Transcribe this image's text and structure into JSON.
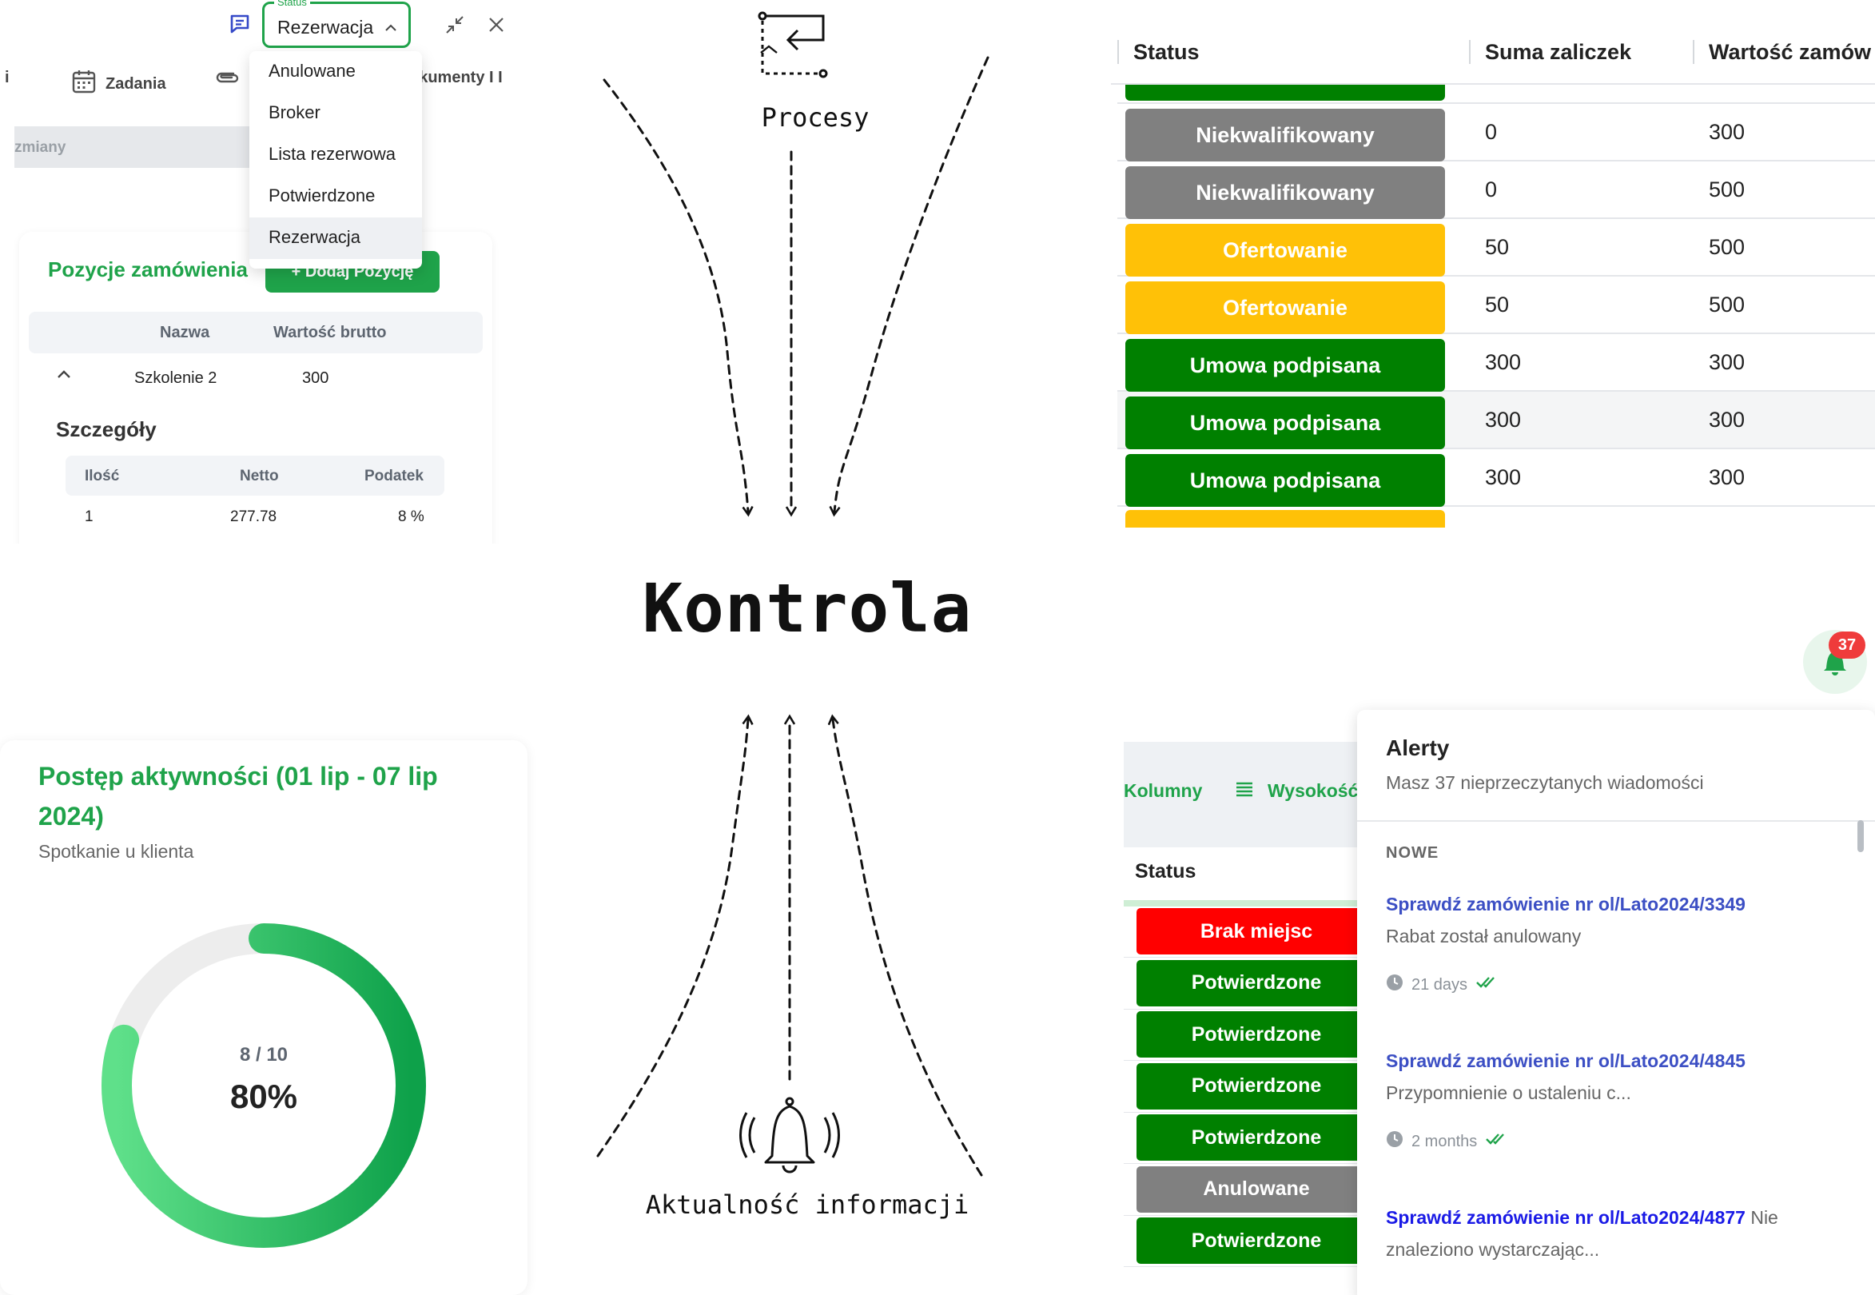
{
  "top_left": {
    "tabs": [
      {
        "label": "i",
        "icon": "generic-icon"
      },
      {
        "label": "Zadania",
        "icon": "calendar-icon"
      },
      {
        "label": "",
        "icon": "paperclip-icon"
      },
      {
        "label": "okumenty I I",
        "icon": ""
      }
    ],
    "grey_bar_label": "zmiany",
    "status": {
      "legend": "Status",
      "value": "Rezerwacja"
    },
    "dropdown": [
      "Anulowane",
      "Broker",
      "Lista rezerwowa",
      "Potwierdzone",
      "Rezerwacja"
    ],
    "dropdown_selected": "Rezerwacja",
    "card": {
      "title": "Pozycje zamówienia",
      "add_button": "+ Dodaj Pozycję",
      "columns": [
        "Nazwa",
        "Wartość brutto"
      ],
      "rows": [
        {
          "name": "Szkolenie 2",
          "value": "300"
        }
      ],
      "details_title": "Szczegóły",
      "details_columns": [
        "Ilość",
        "Netto",
        "Podatek"
      ],
      "details_rows": [
        {
          "qty": "1",
          "net": "277.78",
          "tax": "8 %"
        }
      ]
    }
  },
  "center": {
    "title": "Kontrola",
    "top_label": "Procesy",
    "bottom_label": "Aktualność informacji"
  },
  "top_right": {
    "columns": [
      "Status",
      "Suma zaliczek",
      "Wartość zamów"
    ],
    "rows": [
      {
        "status": "Niekwalifikowany",
        "color": "#808080",
        "sum": "0",
        "value": "300"
      },
      {
        "status": "Niekwalifikowany",
        "color": "#808080",
        "sum": "0",
        "value": "500"
      },
      {
        "status": "Ofertowanie",
        "color": "#ffc107",
        "sum": "50",
        "value": "500"
      },
      {
        "status": "Ofertowanie",
        "color": "#ffc107",
        "sum": "50",
        "value": "500"
      },
      {
        "status": "Umowa podpisana",
        "color": "#008000",
        "sum": "300",
        "value": "300"
      },
      {
        "status": "Umowa podpisana",
        "color": "#008000",
        "sum": "300",
        "value": "300"
      },
      {
        "status": "Umowa podpisana",
        "color": "#008000",
        "sum": "300",
        "value": "300"
      }
    ]
  },
  "bottom_left": {
    "title": "Postęp aktywności (01 lip - 07 lip 2024)",
    "subtitle": "Spotkanie u klienta",
    "ratio": "8 / 10",
    "percent": "80%",
    "progress": 0.8
  },
  "bottom_right": {
    "toolbar": {
      "columns_label": "Kolumny",
      "height_label": "Wysokość"
    },
    "status_header": "Status",
    "statuses": [
      {
        "label": "Brak miejsc",
        "color": "#ff0000"
      },
      {
        "label": "Potwierdzone",
        "color": "#008000"
      },
      {
        "label": "Potwierdzone",
        "color": "#008000"
      },
      {
        "label": "Potwierdzone",
        "color": "#008000"
      },
      {
        "label": "Potwierdzone",
        "color": "#008000"
      },
      {
        "label": "Anulowane",
        "color": "#808080"
      },
      {
        "label": "Potwierdzone",
        "color": "#008000"
      }
    ],
    "bell_count": "37",
    "alerts": {
      "title": "Alerty",
      "subtitle": "Masz 37 nieprzeczytanych wiadomości",
      "section": "NOWE",
      "items": [
        {
          "title": "Sprawdź zamówienie nr ol/Lato2024/3349",
          "desc": "Rabat został anulowany",
          "time": "21 days"
        },
        {
          "title": "Sprawdź zamówienie nr ol/Lato2024/4845",
          "desc": "Przypomnienie o ustaleniu c...",
          "time": "2 months"
        },
        {
          "title": "Sprawdź zamówienie nr ol/Lato2024/4877",
          "inline": "Nie",
          "desc": "znaleziono wystarczając..."
        }
      ]
    }
  },
  "colors": {
    "accent_green": "#1fa34a",
    "badge_red": "#ef3b3b",
    "link_blue": "#3c4fc4"
  }
}
